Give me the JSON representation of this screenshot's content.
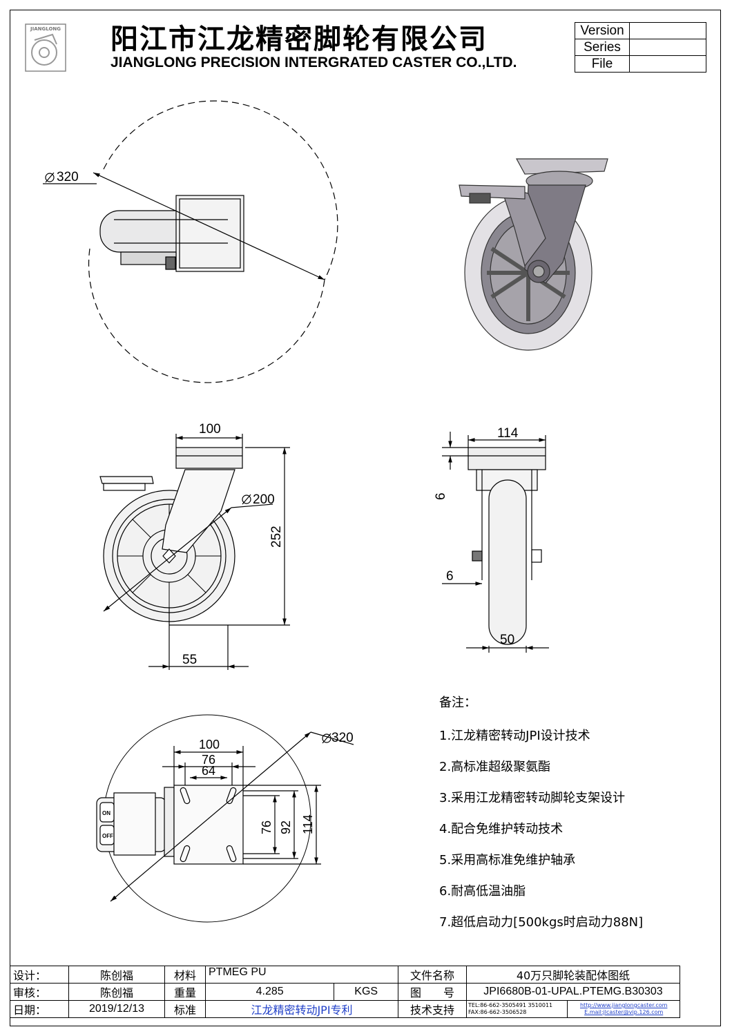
{
  "header": {
    "cn_title": "阳江市江龙精密脚轮有限公司",
    "en_title": "JIANGLONG PRECISION INTERGRATED CASTER CO.,LTD.",
    "logo_text": "JIANGLONG"
  },
  "revision": {
    "version_label": "Version",
    "series_label": "Series",
    "file_label": "File"
  },
  "dimensions": {
    "top_diameter": "320",
    "plate_width_front": "100",
    "wheel_diameter": "200",
    "total_height": "252",
    "offset": "55",
    "plate_width_side": "114",
    "side_gap_top": "6",
    "side_gap_mid": "6",
    "wheel_width": "50",
    "bottom_diameter": "320",
    "bolt_100": "100",
    "bolt_76": "76",
    "bolt_64": "64",
    "bolt_v76": "76",
    "bolt_v92": "92",
    "bolt_v114": "114",
    "on_label": "ON",
    "off_label": "OFF"
  },
  "notes": {
    "heading": "备注：",
    "items": [
      "1.江龙精密转动JPI设计技术",
      "2.高标准超级聚氨酯",
      "3.采用江龙精密转动脚轮支架设计",
      "4.配合免维护转动技术",
      "5.采用高标准免维护轴承",
      "6.耐高低温油脂",
      "7.超低启动力[500kgs时启动力88N]"
    ]
  },
  "title_block": {
    "design_label": "设计：",
    "designer": "陈创福",
    "material_label": "材料",
    "material": "PTMEG PU",
    "doc_name_label": "文件名称",
    "doc_name": "40万只脚轮装配体图纸",
    "review_label": "审核：",
    "reviewer": "陈创福",
    "weight_label": "重量",
    "weight": "4.285",
    "weight_unit": "KGS",
    "drawing_no_label": "图　　号",
    "drawing_no": "JPI6680B-01-UPAL.PTEMG.B30303",
    "date_label": "日期：",
    "date": "2019/12/13",
    "standard_label": "标准",
    "standard": "江龙精密转动JPI专利",
    "support_label": "技术支持",
    "tel": "TEL:86-662-3505491 3510011",
    "fax": "FAX:86-662-3506528",
    "website": "http://www.jianglongcaster.com",
    "email": "E.mail:jlcaster@vip.126.com"
  }
}
